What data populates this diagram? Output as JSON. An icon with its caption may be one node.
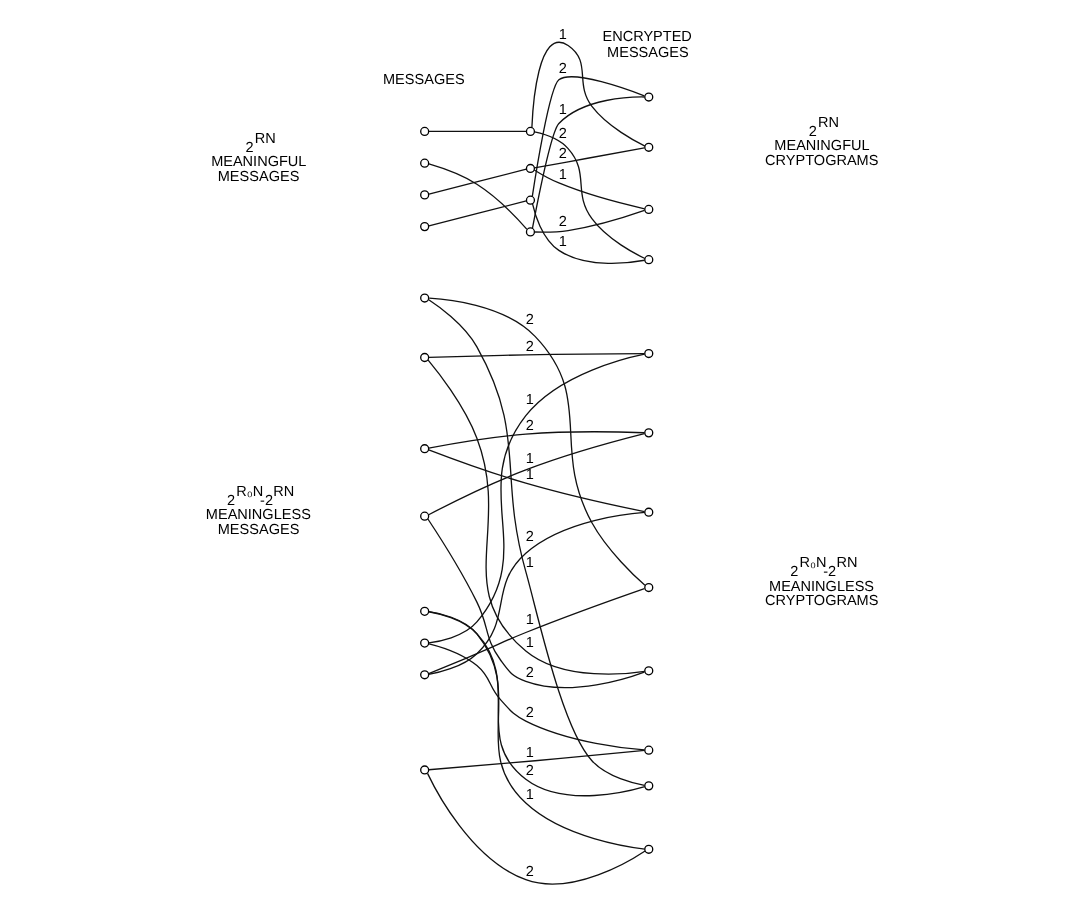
{
  "diagram": {
    "nodes": [
      {
        "text": [],
        "shape": "circle"
      },
      {
        "text": [],
        "shape": "circle"
      },
      {
        "text": [],
        "shape": "circle"
      },
      {
        "text": [],
        "shape": "circle"
      },
      {
        "text": [],
        "shape": "circle"
      },
      {
        "text": [],
        "shape": "circle"
      },
      {
        "text": [],
        "shape": "circle"
      },
      {
        "text": [],
        "shape": "circle"
      },
      {
        "text": [],
        "shape": "circle"
      },
      {
        "text": [],
        "shape": "circle"
      },
      {
        "text": [],
        "shape": "circle"
      },
      {
        "text": [],
        "shape": "circle"
      },
      {
        "text": [],
        "shape": "circle"
      },
      {
        "text": [],
        "shape": "circle"
      },
      {
        "text": [],
        "shape": "circle"
      },
      {
        "text": [],
        "shape": "circle"
      },
      {
        "text": [],
        "shape": "circle"
      },
      {
        "text": [],
        "shape": "circle"
      },
      {
        "text": [],
        "shape": "circle"
      },
      {
        "text": [],
        "shape": "circle"
      },
      {
        "text": [],
        "shape": "circle"
      },
      {
        "text": [],
        "shape": "circle"
      },
      {
        "text": [],
        "shape": "circle"
      },
      {
        "text": [],
        "shape": "circle"
      },
      {
        "text": [],
        "shape": "circle"
      },
      {
        "text": [],
        "shape": "circle"
      },
      {
        "text": [],
        "shape": "circle"
      },
      {
        "text": [],
        "shape": "circle"
      }
    ],
    "edges": [
      {
        "from": 0,
        "to": 4,
        "arrow": "none"
      },
      {
        "from": 1,
        "to": 7,
        "arrow": "none"
      },
      {
        "from": 2,
        "to": 5,
        "arrow": "none"
      },
      {
        "from": 3,
        "to": 6,
        "arrow": "none"
      },
      {
        "from": 4,
        "to": 9,
        "label": "1",
        "arrow": "none"
      },
      {
        "from": 4,
        "to": 11,
        "label": "2",
        "arrow": "none"
      },
      {
        "from": 5,
        "to": 9,
        "label": "2",
        "arrow": "none"
      },
      {
        "from": 5,
        "to": 10,
        "label": "1",
        "arrow": "none"
      },
      {
        "from": 6,
        "to": 8,
        "label": "2",
        "arrow": "none"
      },
      {
        "from": 6,
        "to": 11,
        "label": "1",
        "arrow": "none"
      },
      {
        "from": 7,
        "to": 8,
        "label": "1",
        "arrow": "none"
      },
      {
        "from": 7,
        "to": 10,
        "label": "2",
        "arrow": "none"
      },
      {
        "from": 12,
        "to": 26,
        "label": "1",
        "arrow": "none"
      },
      {
        "from": 12,
        "to": 23,
        "label": "2",
        "arrow": "none"
      },
      {
        "from": 13,
        "to": 20,
        "label": "2",
        "arrow": "none"
      },
      {
        "from": 13,
        "to": 24,
        "label": "1",
        "arrow": "none"
      },
      {
        "from": 14,
        "to": 21,
        "label": "2",
        "arrow": "none"
      },
      {
        "from": 14,
        "to": 22,
        "label": "1",
        "arrow": "none"
      },
      {
        "from": 15,
        "to": 21,
        "label": "1",
        "arrow": "none"
      },
      {
        "from": 15,
        "to": 24,
        "label": "2",
        "arrow": "none"
      },
      {
        "from": 16,
        "to": 26,
        "label": "2",
        "arrow": "none"
      },
      {
        "from": 16,
        "to": 27,
        "label": "1",
        "arrow": "none"
      },
      {
        "from": 17,
        "to": 20,
        "label": "1",
        "arrow": "none"
      },
      {
        "from": 17,
        "to": 25,
        "label": "2",
        "arrow": "none"
      },
      {
        "from": 18,
        "to": 22,
        "label": "2",
        "arrow": "none"
      },
      {
        "from": 18,
        "to": 23,
        "label": "1",
        "arrow": "none"
      },
      {
        "from": 19,
        "to": 25,
        "label": "1",
        "arrow": "none"
      },
      {
        "from": 19,
        "to": 27,
        "label": "2",
        "arrow": "none"
      }
    ],
    "labels": [
      "MESSAGES",
      "ENCRYPTED MESSAGES",
      "2$^{RN}$ MEANINGFUL MESSAGES",
      "2$^{RN}$ MEANINGFUL CRYPTOGRAMS",
      "2$^{R₀N}$-2$^{RN}$ MEANINGLESS MESSAGES",
      "2$^{R₀N}$-2$^{RN}$ MEANINGLESS CRYPTOGRAMS"
    ]
  }
}
